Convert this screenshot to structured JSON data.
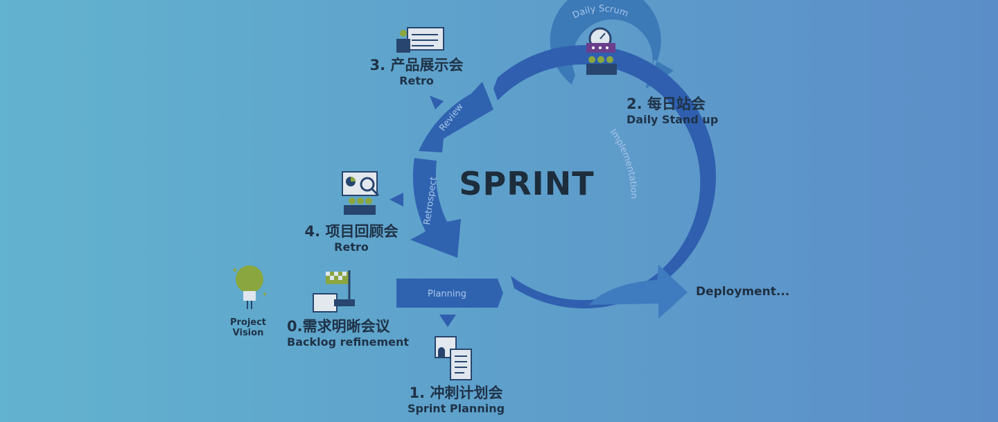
{
  "title": "SPRINT",
  "arc_labels": {
    "daily_scrum": "Daily Scrum",
    "implementation": "Implementation",
    "review": "Review",
    "retrospect": "Retrospect",
    "planning": "Planning"
  },
  "steps": [
    {
      "zh": "0.需求明晰会议",
      "en": "Backlog refinement"
    },
    {
      "zh": "1. 冲刺计划会",
      "en": "Sprint Planning"
    },
    {
      "zh": "2. 每日站会",
      "en": "Daily Stand up"
    },
    {
      "zh": "3. 产品展示会",
      "en": "Retro"
    },
    {
      "zh": "4. 项目回顾会",
      "en": "Retro"
    }
  ],
  "project_vision": "Project Vision",
  "deployment": "Deployment...",
  "colors": {
    "arc": "#2f5fae",
    "daily_loop": "#3b79b7",
    "deploy_arrow": "#3f7bbf",
    "text_dark": "#1f3247",
    "icon_green": "#8aa63e",
    "icon_purple": "#5e3f8c",
    "icon_navy": "#27456e"
  },
  "icons": [
    "dashboard-icon",
    "team-icon",
    "presentation-icon",
    "review-chart-icon",
    "magnifier-icon",
    "lightbulb-icon",
    "finish-flag-icon",
    "document-icon"
  ]
}
